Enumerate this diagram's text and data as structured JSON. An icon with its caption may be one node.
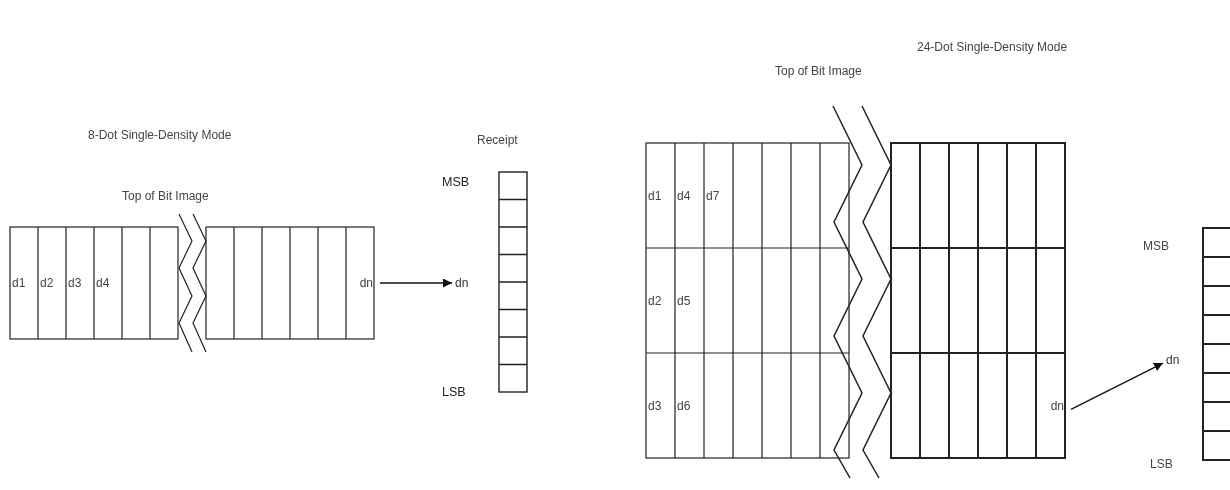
{
  "diagram": {
    "nodes": [
      {
        "text": [],
        "shape": "box"
      },
      {
        "text": [
          "d1"
        ],
        "in": 0
      },
      {
        "text": [
          "d2"
        ],
        "in": 0
      },
      {
        "text": [
          "d3"
        ],
        "in": 0
      },
      {
        "text": [
          "d4"
        ],
        "in": 0
      },
      {
        "text": [],
        "shape": "box"
      },
      {
        "text": [
          "dn"
        ],
        "in": 5
      },
      {
        "text": [
          "dn"
        ]
      },
      {
        "text": [],
        "shape": "box"
      },
      {
        "text": [],
        "shape": "box"
      },
      {
        "text": [
          "d1"
        ],
        "in": 9
      },
      {
        "text": [
          "d4"
        ],
        "in": 9
      },
      {
        "text": [
          "d7"
        ],
        "in": 9
      },
      {
        "text": [
          "d2"
        ],
        "in": 9
      },
      {
        "text": [
          "d5"
        ],
        "in": 9
      },
      {
        "text": [
          "d3"
        ],
        "in": 9
      },
      {
        "text": [
          "d6"
        ],
        "in": 9
      },
      {
        "text": [],
        "shape": "box"
      },
      {
        "text": [
          "dn"
        ],
        "in": 17
      },
      {
        "text": [
          "dn"
        ]
      },
      {
        "text": [],
        "shape": "box"
      }
    ],
    "edges": [
      {
        "from": 6,
        "to": 7,
        "arrow": "to"
      },
      {
        "from": 18,
        "to": 19,
        "arrow": "to"
      }
    ],
    "labels": [
      "24-Dot Single-Density Mode",
      "Top of Bit Image",
      "8-Dot Single-Density Mode",
      "Receipt",
      "Top of Bit Image",
      "MSB",
      "LSB",
      "MSB",
      "LSB"
    ]
  }
}
